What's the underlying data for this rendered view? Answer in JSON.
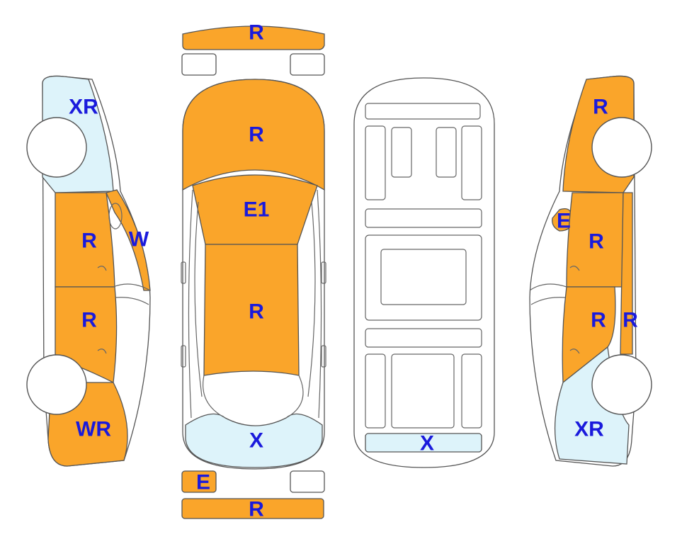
{
  "colors": {
    "repaired": "#faa52a",
    "exchanged_light": "#ddf3fa",
    "outline": "#555555",
    "label": "#1a1adc",
    "panel_plain": "#ffffff"
  },
  "labels": {
    "front_bumper": "R",
    "front_lamp_left": "",
    "front_lamp_right": "",
    "hood": "R",
    "windshield_roof": "E1",
    "roof_trunk": "R",
    "rear_window": "X",
    "rear_lamp_left": "E",
    "rear_lamp_right": "",
    "rear_bumper": "R",
    "floor_rear": "X",
    "left_front_fender": "XR",
    "left_front_door": "R",
    "left_pillar": "W",
    "left_rear_door": "R",
    "left_rear_quarter": "WR",
    "right_front_fender": "R",
    "right_mirror": "E",
    "right_front_door": "R",
    "right_rear_door": "R",
    "right_sill": "R",
    "right_rear_quarter": "XR"
  }
}
